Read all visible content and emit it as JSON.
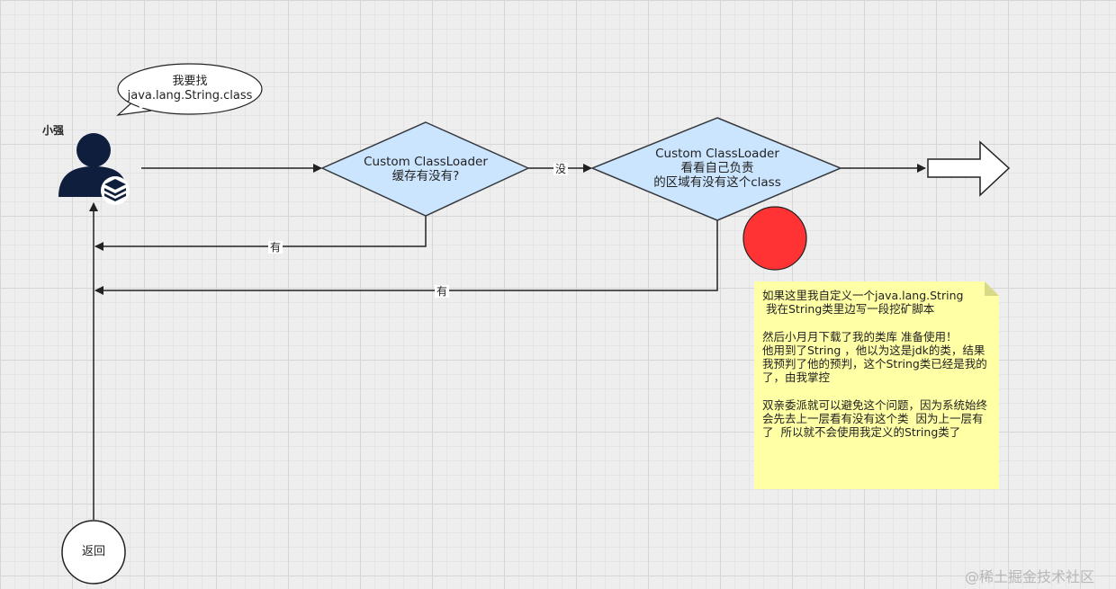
{
  "actor": {
    "name": "小强"
  },
  "speech_bubble": {
    "line1": "我要找",
    "line2": "java.lang.String.class"
  },
  "decision1": {
    "line1": "Custom ClassLoader",
    "line2": "缓存有没有?"
  },
  "decision2": {
    "line1": "Custom ClassLoader",
    "line2": "看看自己负责",
    "line3": "的区域有没有这个class"
  },
  "edges": {
    "no_label": "没",
    "has_label_1": "有",
    "has_label_2": "有"
  },
  "return_node": {
    "label": "返回"
  },
  "note": {
    "paragraph1": "如果这里我自定义一个java.lang.String\n 我在String类里边写一段挖矿脚本",
    "paragraph2": "然后小月月下载了我的类库 准备使用！\n他用到了String ，他以为这是jdk的类，结果我预判了他的预判，这个String类已经是我的了，由我掌控",
    "paragraph3": "双亲委派就可以避免这个问题，因为系统始终会先去上一层看有没有这个类  因为上一层有了  所以就不会使用我定义的String类了"
  },
  "watermark": "@稀土掘金技术社区",
  "colors": {
    "decision_fill": "#cce5ff",
    "decision_stroke": "#36393d",
    "red_circle": "#ff3333",
    "note_fill": "#ffffa6",
    "actor_icon": "#0f1e3c"
  },
  "icons": {
    "actor": "user-with-layers-icon",
    "forward": "block-arrow-right-icon"
  }
}
